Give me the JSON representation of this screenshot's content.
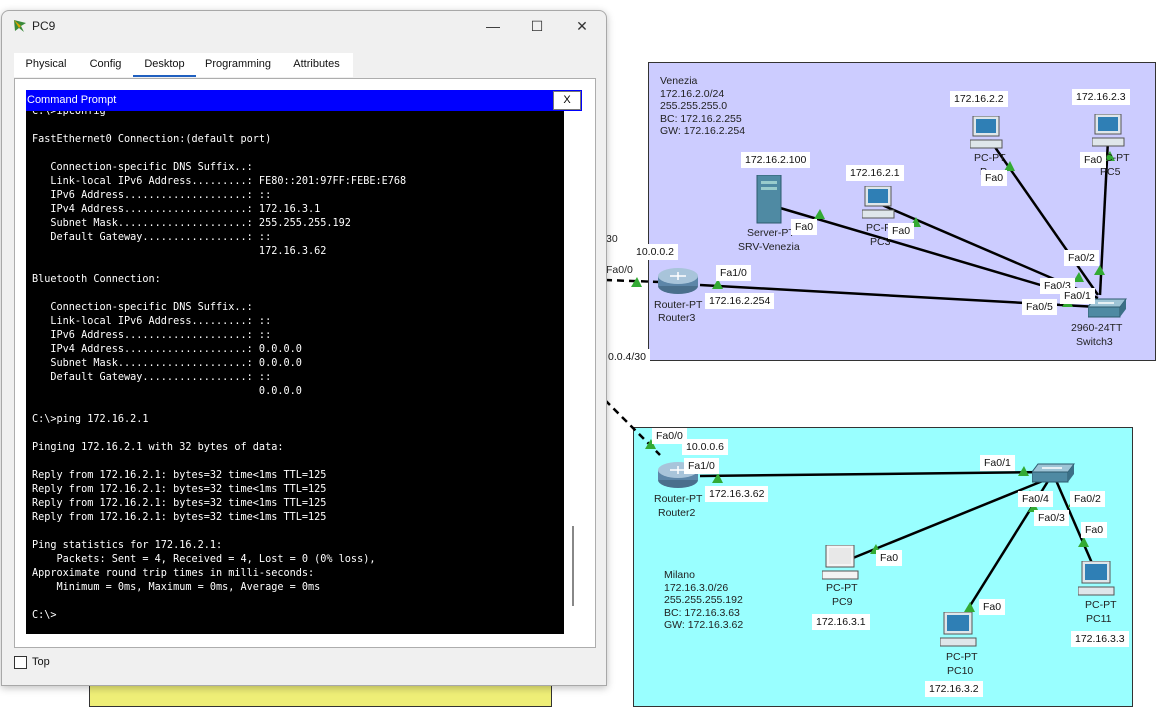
{
  "window": {
    "title": "PC9",
    "minimize": "—",
    "maximize": "☐",
    "close": "✕",
    "tabs": [
      {
        "label": "Physical"
      },
      {
        "label": "Config"
      },
      {
        "label": "Desktop"
      },
      {
        "label": "Programming"
      },
      {
        "label": "Attributes"
      }
    ],
    "active_tab": "Desktop",
    "top_checkbox_label": "Top",
    "top_checked": false
  },
  "command_prompt": {
    "title": "Command Prompt",
    "close": "X",
    "lines": [
      "C:\\>ipconfig",
      "",
      "FastEthernet0 Connection:(default port)",
      "",
      "   Connection-specific DNS Suffix..:",
      "   Link-local IPv6 Address.........: FE80::201:97FF:FEBE:E768",
      "   IPv6 Address....................: ::",
      "   IPv4 Address....................: 172.16.3.1",
      "   Subnet Mask.....................: 255.255.255.192",
      "   Default Gateway.................: ::",
      "                                     172.16.3.62",
      "",
      "Bluetooth Connection:",
      "",
      "   Connection-specific DNS Suffix..:",
      "   Link-local IPv6 Address.........: ::",
      "   IPv6 Address....................: ::",
      "   IPv4 Address....................: 0.0.0.0",
      "   Subnet Mask.....................: 0.0.0.0",
      "   Default Gateway.................: ::",
      "                                     0.0.0.0",
      "",
      "C:\\>ping 172.16.2.1",
      "",
      "Pinging 172.16.2.1 with 32 bytes of data:",
      "",
      "Reply from 172.16.2.1: bytes=32 time<1ms TTL=125",
      "Reply from 172.16.2.1: bytes=32 time<1ms TTL=125",
      "Reply from 172.16.2.1: bytes=32 time<1ms TTL=125",
      "Reply from 172.16.2.1: bytes=32 time<1ms TTL=125",
      "",
      "Ping statistics for 172.16.2.1:",
      "    Packets: Sent = 4, Received = 4, Lost = 0 (0% loss),",
      "Approximate round trip times in milli-seconds:",
      "    Minimum = 0ms, Maximum = 0ms, Average = 0ms",
      "",
      "C:\\>"
    ]
  },
  "topology": {
    "venezia_area": "Venezia\n172.16.2.0/24\n255.255.255.0\nBC: 172.16.2.255\nGW: 172.16.2.254",
    "milano_area": "Milano\n172.16.3.0/26\n255.255.255.192\nBC: 172.16.3.63\nGW: 172.16.3.62",
    "link_labels": {
      "wan_top": "30",
      "wan_bottom": "0.0.4/30"
    },
    "devices": {
      "router3": {
        "type": "Router-PT",
        "name": "Router3",
        "ip_wan": "10.0.0.2",
        "ip_lan": "172.16.2.254"
      },
      "switch3": {
        "type": "2960-24TT",
        "name": "Switch3"
      },
      "server": {
        "type": "Server-PT",
        "name": "SRV-Venezia",
        "ip": "172.16.2.100"
      },
      "pc3": {
        "type": "PC-PT",
        "name": "PC3",
        "ip": "172.16.2.1"
      },
      "pc4": {
        "type": "PC-PT",
        "name": "P",
        "ip": "172.16.2.2"
      },
      "pc5": {
        "type": "PC-PT",
        "name": "PC5",
        "ip": "172.16.2.3"
      },
      "router2": {
        "type": "Router-PT",
        "name": "Router2",
        "ip_wan": "10.0.0.6",
        "ip_lan": "172.16.3.62"
      },
      "pc9": {
        "type": "PC-PT",
        "name": "PC9",
        "ip": "172.16.3.1"
      },
      "pc10": {
        "type": "PC-PT",
        "name": "PC10",
        "ip": "172.16.3.2"
      },
      "pc11": {
        "type": "PC-PT",
        "name": "PC11",
        "ip": "172.16.3.3"
      }
    },
    "ports": {
      "r3_fa00": "Fa0/0",
      "r3_fa10": "Fa1/0",
      "srv_fa0": "Fa0",
      "pc3_fa0": "Fa0",
      "pc4_fa0": "Fa0",
      "pc5_fa0": "Fa0",
      "sw3_fa02": "Fa0/2",
      "sw3_fa03": "Fa0/3",
      "sw3_fa01": "Fa0/1",
      "sw3_fa05": "Fa0/5",
      "r2_fa00": "Fa0/0",
      "r2_fa10": "Fa1/0",
      "sw2_fa01": "Fa0/1",
      "sw2_fa04": "Fa0/4",
      "sw2_fa02": "Fa0/2",
      "sw2_fa03": "Fa0/3",
      "pc9_fa0": "Fa0",
      "pc10_fa0": "Fa0",
      "pc11_fa0": "Fa0"
    },
    "colors": {
      "venezia_bg": "#ccccff",
      "milano_bg": "#99ffff",
      "yellow_bg": "#eeee77",
      "link_up": "#33aa33"
    }
  }
}
